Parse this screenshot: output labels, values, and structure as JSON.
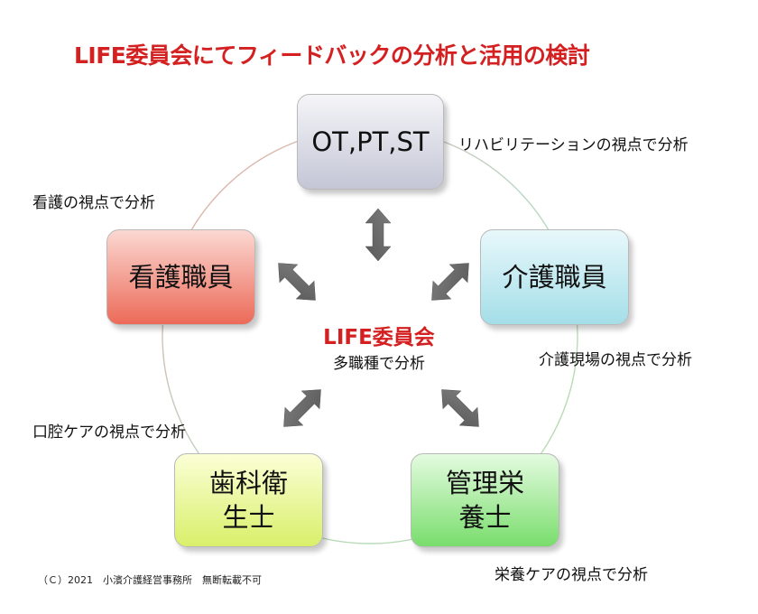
{
  "title": "LIFE委員会にてフィードバックの分析と活用の検討",
  "center": {
    "title": "LIFE委員会",
    "subtitle": "多職種で分析"
  },
  "nodes": {
    "ot": "OT,PT,ST",
    "kango": "看護職員",
    "kaigo": "介護職員",
    "shika": "歯科衛生士",
    "eiyo": "管理栄養士"
  },
  "captions": {
    "ot": "リハビリテーションの視点で分析",
    "kango": "看護の視点で分析",
    "kaigo": "介護現場の視点で分析",
    "shika": "口腔ケアの視点で分析",
    "eiyo": "栄養ケアの視点で分析"
  },
  "copyright": "（Ｃ）2021　小濱介護経営事務所　無断転載不可",
  "colors": {
    "title": "#d42020",
    "arrow": "#707070"
  }
}
